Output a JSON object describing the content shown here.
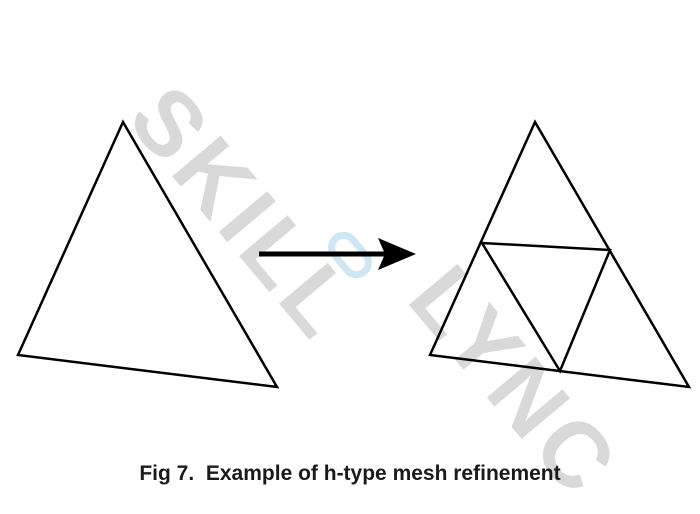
{
  "watermark": {
    "text_left": "SKILL",
    "text_right": "LYNC",
    "color": "#d9d9d9",
    "logo_color": "#cfe6f5"
  },
  "diagram": {
    "stroke_color": "#000000",
    "arrow_color": "#000000"
  },
  "caption": {
    "text": "Fig 7.  Example of h-type mesh refinement"
  }
}
